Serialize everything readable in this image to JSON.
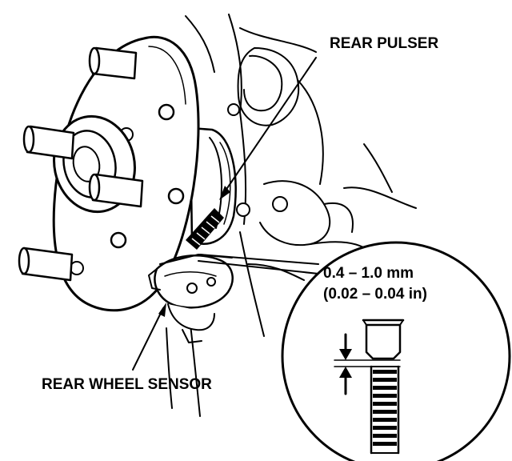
{
  "labels": {
    "rear_pulser": "REAR PULSER",
    "rear_wheel_sensor": "REAR WHEEL SENSOR",
    "gap_mm": "0.4 – 1.0 mm",
    "gap_in": "(0.02 – 0.04 in)"
  },
  "colors": {
    "ink": "#000000",
    "paper": "#ffffff"
  }
}
